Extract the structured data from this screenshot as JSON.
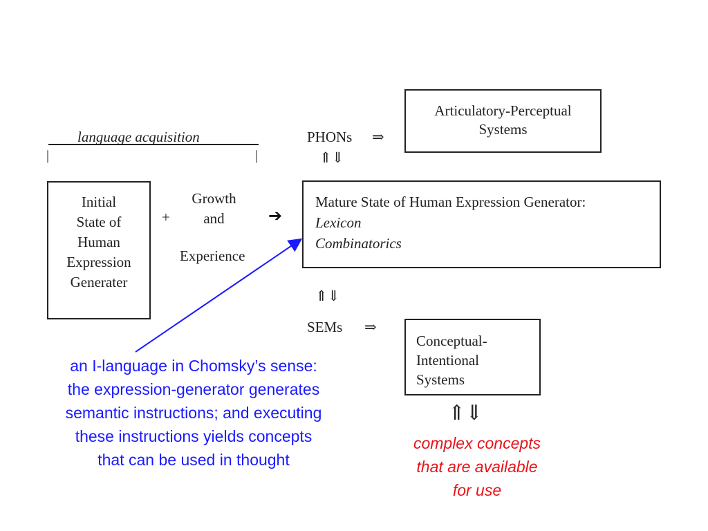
{
  "acquisition": {
    "label": "language acquisition",
    "tick_left": "|",
    "tick_right": "|"
  },
  "initial_box": {
    "lines": [
      "Initial",
      "State of",
      "Human",
      "Expression",
      "Generater"
    ]
  },
  "plus": "+",
  "growth": {
    "lines": [
      "Growth",
      "and"
    ],
    "experience": "Experience"
  },
  "main_arrow": "➔",
  "mature_box": {
    "title": "Mature State of Human Expression Generator:",
    "lexicon": "Lexicon",
    "combinatorics": "Combinatorics"
  },
  "phons": {
    "label": "PHONs",
    "arrow": "⇒",
    "updown": "⇑⇓"
  },
  "sems": {
    "label": "SEMs",
    "arrow": "⇒",
    "updown": "⇑⇓"
  },
  "artic_box": {
    "lines": [
      "Articulatory-Perceptual",
      "Systems"
    ]
  },
  "concept_box": {
    "lines": [
      "Conceptual-",
      "Intentional",
      "Systems"
    ]
  },
  "concepts_updown": "⇑⇓",
  "blue_annotation": {
    "lines": [
      "an I-language in Chomsky’s sense:",
      "the expression-generator generates",
      "semantic instructions; and executing",
      "these instructions yields concepts",
      "that can be used in thought"
    ],
    "color": "#1a1aff"
  },
  "red_annotation": {
    "lines": [
      "complex concepts",
      "that are available",
      "for use"
    ],
    "color": "#e8141a"
  }
}
